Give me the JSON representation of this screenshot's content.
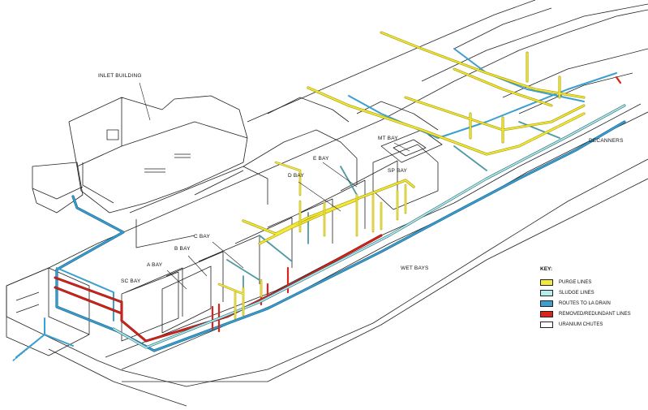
{
  "labels": {
    "inlet_building": "INLET BUILDING",
    "decanners": "DECANNERS",
    "mt_bay": "MT BAY",
    "sp_bay": "SP BAY",
    "e_bay": "E BAY",
    "d_bay": "D BAY",
    "c_bay": "C BAY",
    "b_bay": "B BAY",
    "a_bay": "A BAY",
    "sc_bay": "SC BAY",
    "wet_bays": "WET BAYS"
  },
  "key": {
    "title": "KEY:",
    "items": [
      {
        "label": "PURGE LINES",
        "color": "#f2e93a"
      },
      {
        "label": "SLUDGE LINES",
        "color": "#b8ecec"
      },
      {
        "label": "ROUTES TO LA DRAIN",
        "color": "#3b9fd0"
      },
      {
        "label": "REMOVED/REDUNDANT LINES",
        "color": "#d9251c"
      },
      {
        "label": "URANIUM CHUTES",
        "color": "#ffffff"
      }
    ]
  },
  "colors": {
    "purge": "#f2e93a",
    "sludge": "#b8ecec",
    "drain": "#3b9fd0",
    "removed": "#d9251c",
    "structure": "#222222"
  }
}
